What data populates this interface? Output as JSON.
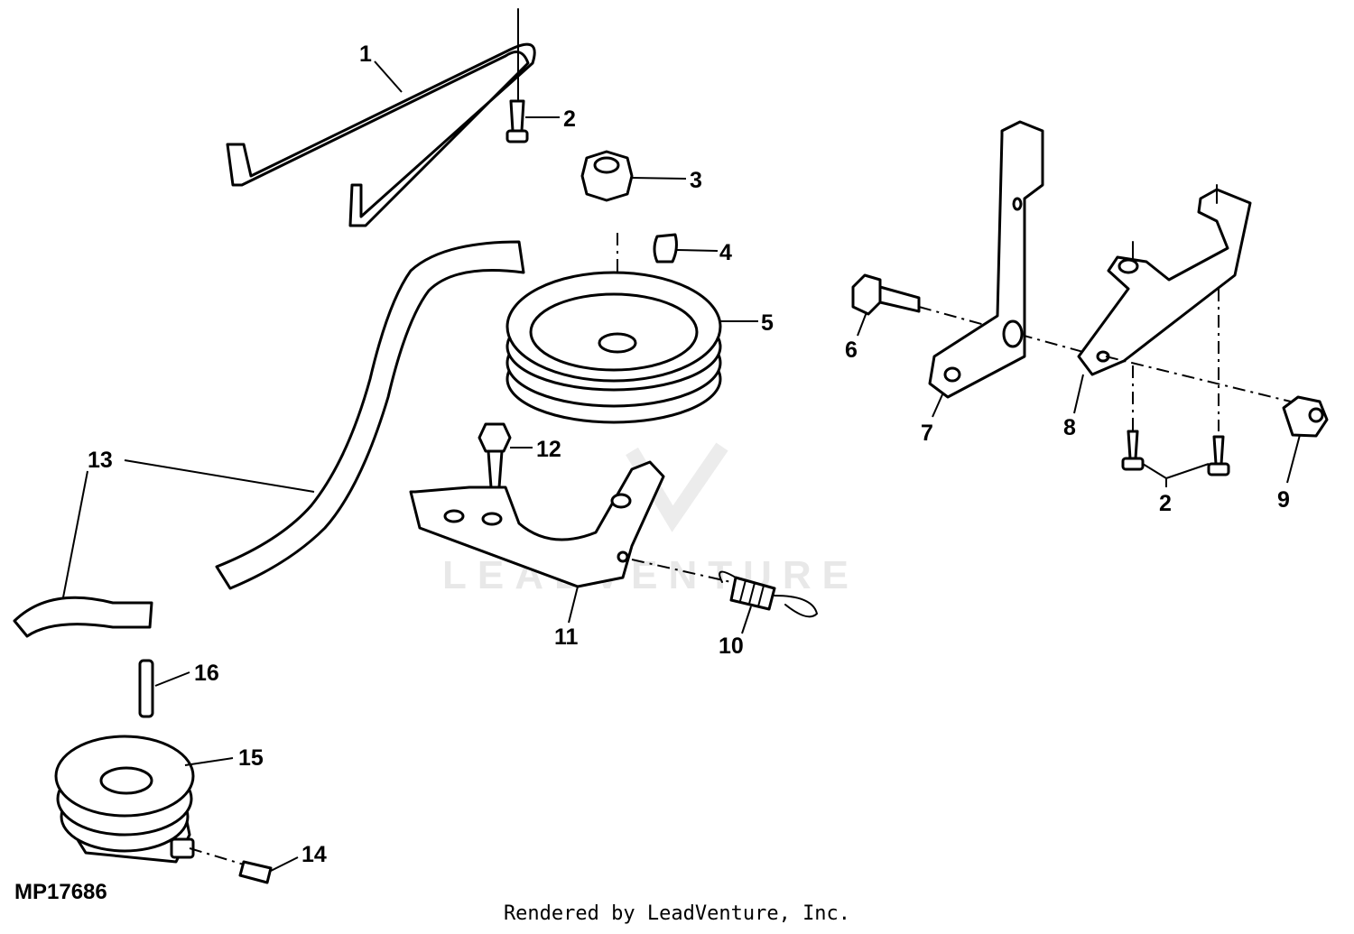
{
  "figure_id": "MP17686",
  "credit": "Rendered by LeadVenture, Inc.",
  "watermark": "LEADVENTURE",
  "callouts": [
    "1",
    "2",
    "3",
    "4",
    "5",
    "6",
    "7",
    "8",
    "2",
    "9",
    "10",
    "11",
    "12",
    "13",
    "14",
    "15",
    "16"
  ]
}
